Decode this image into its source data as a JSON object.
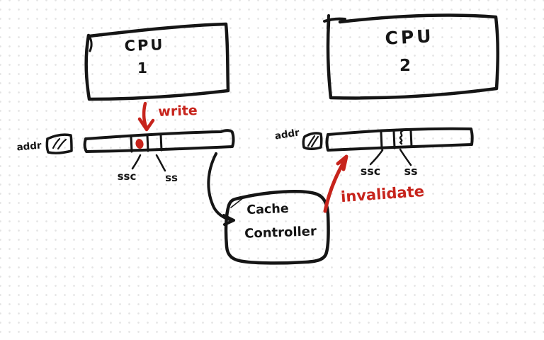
{
  "canvas": {
    "background": "#ffffff",
    "dot_grid_color": "#e4e4e4"
  },
  "colors": {
    "ink": "#151515",
    "accent_red": "#c7241c"
  },
  "cpus": {
    "cpu1": {
      "title": "CPU",
      "number": "1"
    },
    "cpu2": {
      "title": "CPU",
      "number": "2"
    }
  },
  "cache_lines": {
    "left": {
      "addr_label": "addr",
      "field1": "ssc",
      "field2": "ss"
    },
    "right": {
      "addr_label": "addr",
      "field1": "ssc",
      "field2": "ss"
    }
  },
  "controller": {
    "line1": "Cache",
    "line2": "Controller"
  },
  "annotations": {
    "write": "write",
    "invalidate": "invalidate"
  }
}
